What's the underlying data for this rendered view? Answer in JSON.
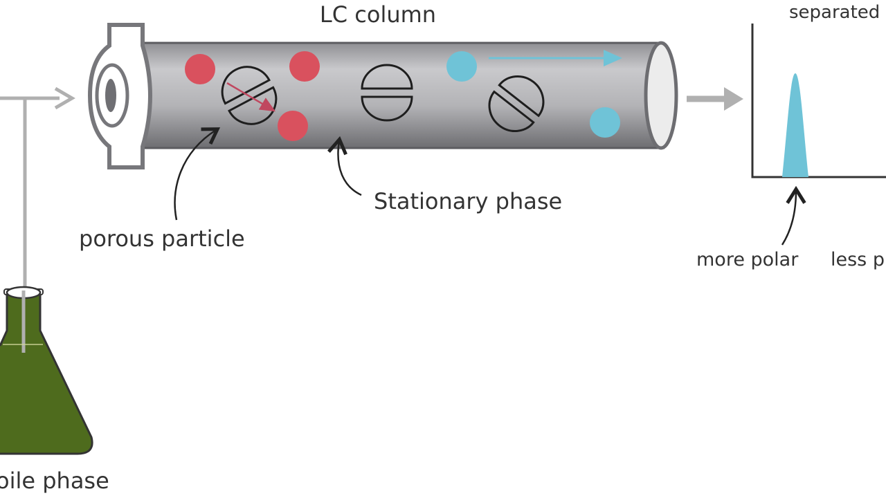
{
  "labels": {
    "column_title": "LC column",
    "stationary_phase": "Stationary phase",
    "porous_particle": "porous particle",
    "separated": "separated",
    "more_polar": "more polar",
    "less_polar": "less p",
    "mobile_phase": "oile phase"
  },
  "colors": {
    "red_analyte": "#d9515e",
    "blue_analyte": "#6fc3d7",
    "column_gray": "#b8b8bb",
    "flask_liquid": "#4e6b1d",
    "arrow_gray": "#b0b0b0",
    "peak_blue": "#6fc3d7"
  }
}
